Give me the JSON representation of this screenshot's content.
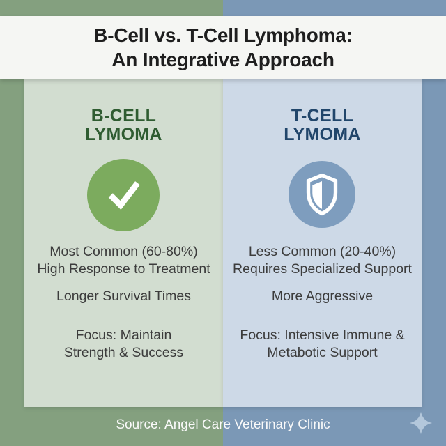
{
  "header": {
    "title_line1": "B-Cell vs. T-Cell Lymphoma:",
    "title_line2": "An Integrative Approach"
  },
  "left_panel": {
    "heading_line1": "B-CELL",
    "heading_line2": "LYMOMA",
    "icon": "checkmark-icon",
    "facts_group1": [
      "Most Common (60-80%)",
      "High Response to Treatment"
    ],
    "facts_group2": [
      "Longer Survival Times"
    ],
    "facts_group3": [
      "Focus: Maintain",
      "Strength & Success"
    ]
  },
  "right_panel": {
    "heading_line1": "T-CELL",
    "heading_line2": "LYMOMA",
    "icon": "shield-icon",
    "facts_group1": [
      "Less Common (20-40%)",
      "Requires Specialized Support"
    ],
    "facts_group2": [
      "More Aggressive"
    ],
    "facts_group3": [
      "Focus: Intensive Immune &",
      "Metabotic Support"
    ]
  },
  "footer": {
    "source": "Source: Angel Care Veterinary Clinic",
    "icon": "sparkle-icon"
  },
  "colors": {
    "bg_left": "#84a07f",
    "bg_right": "#7b98b6",
    "panel_left": "#d2ddd0",
    "panel_right": "#cdd9e7",
    "heading_left": "#2f5c31",
    "heading_right": "#21466b",
    "circle_left": "#7cab5e",
    "circle_right": "#7e9dbe",
    "title_text": "#1e1e1e",
    "body_text": "#3c3c3c",
    "footer_text": "#fafafa",
    "header_bg": "#f5f6f3",
    "sparkle": "#b3c7db"
  }
}
